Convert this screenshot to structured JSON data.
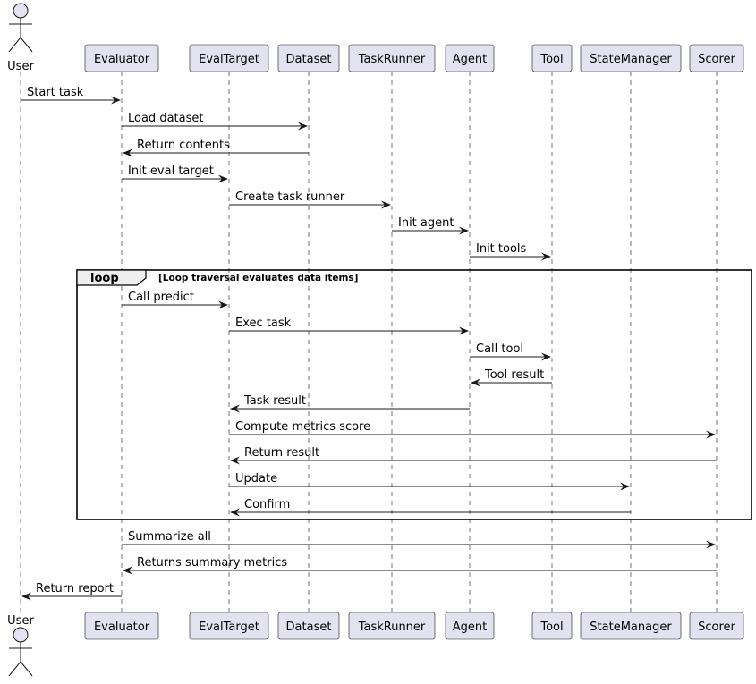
{
  "participants": [
    {
      "id": "user",
      "label": "User",
      "kind": "actor"
    },
    {
      "id": "evaluator",
      "label": "Evaluator",
      "kind": "participant"
    },
    {
      "id": "evaltarget",
      "label": "EvalTarget",
      "kind": "participant"
    },
    {
      "id": "dataset",
      "label": "Dataset",
      "kind": "participant"
    },
    {
      "id": "taskrunner",
      "label": "TaskRunner",
      "kind": "participant"
    },
    {
      "id": "agent",
      "label": "Agent",
      "kind": "participant"
    },
    {
      "id": "tool",
      "label": "Tool",
      "kind": "participant"
    },
    {
      "id": "statemanager",
      "label": "StateManager",
      "kind": "participant"
    },
    {
      "id": "scorer",
      "label": "Scorer",
      "kind": "participant"
    }
  ],
  "messages": [
    {
      "from": "user",
      "to": "evaluator",
      "label": "Start task"
    },
    {
      "from": "evaluator",
      "to": "dataset",
      "label": "Load dataset"
    },
    {
      "from": "dataset",
      "to": "evaluator",
      "label": "Return contents"
    },
    {
      "from": "evaluator",
      "to": "evaltarget",
      "label": "Init eval target"
    },
    {
      "from": "evaltarget",
      "to": "taskrunner",
      "label": "Create task runner"
    },
    {
      "from": "taskrunner",
      "to": "agent",
      "label": "Init agent"
    },
    {
      "from": "agent",
      "to": "tool",
      "label": "Init tools"
    },
    {
      "from": "evaluator",
      "to": "evaltarget",
      "label": "Call predict"
    },
    {
      "from": "evaltarget",
      "to": "agent",
      "label": "Exec task"
    },
    {
      "from": "agent",
      "to": "tool",
      "label": "Call tool"
    },
    {
      "from": "tool",
      "to": "agent",
      "label": "Tool result"
    },
    {
      "from": "agent",
      "to": "evaltarget",
      "label": "Task result"
    },
    {
      "from": "evaltarget",
      "to": "scorer",
      "label": "Compute metrics score"
    },
    {
      "from": "scorer",
      "to": "evaltarget",
      "label": "Return result"
    },
    {
      "from": "evaltarget",
      "to": "statemanager",
      "label": "Update"
    },
    {
      "from": "statemanager",
      "to": "evaltarget",
      "label": "Confirm"
    },
    {
      "from": "evaluator",
      "to": "scorer",
      "label": "Summarize all"
    },
    {
      "from": "scorer",
      "to": "evaluator",
      "label": "Returns summary metrics"
    },
    {
      "from": "evaluator",
      "to": "user",
      "label": "Return report"
    }
  ],
  "loop": {
    "keyword": "loop",
    "guard": "[Loop traversal evaluates data items]",
    "first_message": 7,
    "last_message": 15
  },
  "colors": {
    "participant_fill": "#E2E2F0",
    "line": "#181818",
    "loop_tab_fill": "#EEEEEE"
  }
}
